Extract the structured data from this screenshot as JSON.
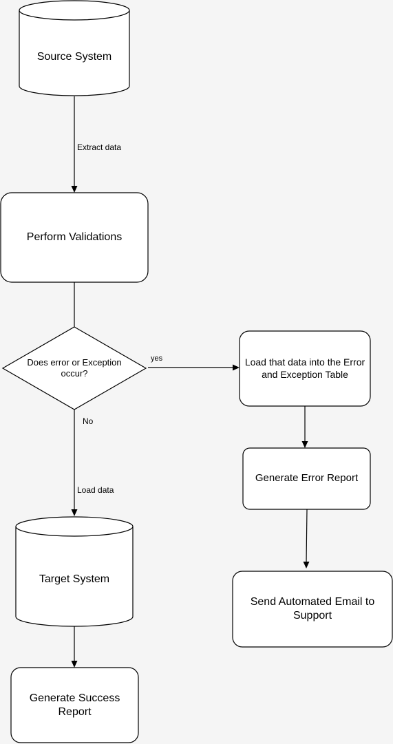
{
  "nodes": {
    "source_system": "Source System",
    "perform_validations": "Perform Validations",
    "decision": "Does error or Exception occur?",
    "load_error_table": "Load that data into the Error and Exception Table",
    "generate_error_report": "Generate Error Report",
    "send_email": "Send Automated Email to Support",
    "target_system": "Target System",
    "generate_success_report": "Generate Success Report"
  },
  "edges": {
    "extract_data": "Extract data",
    "yes": "yes",
    "no": "No",
    "load_data": "Load data"
  }
}
